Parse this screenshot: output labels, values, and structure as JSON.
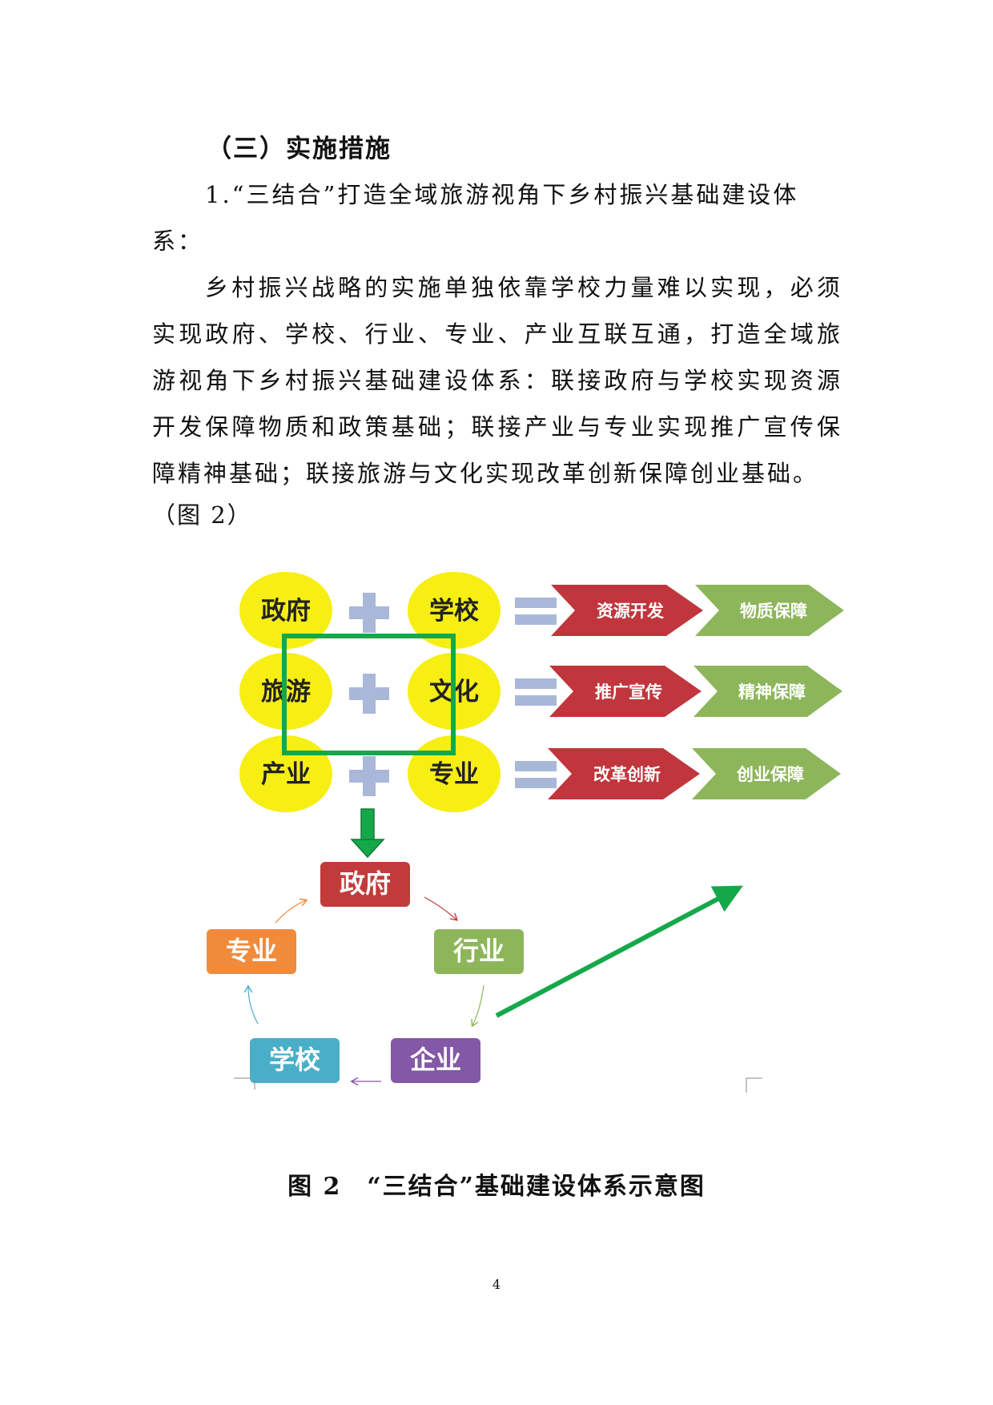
{
  "heading": "（三）实施措施",
  "para1": "1.“三结合”打造全域旅游视角下乡村振兴基础建设体系：",
  "para2": "乡村振兴战略的实施单独依靠学校力量难以实现，必须实现政府、学校、行业、专业、产业互联互通，打造全域旅游视角下乡村振兴基础建设体系：联接政府与学校实现资源开发保障物质和政策基础；联接产业与专业实现推广宣传保障精神基础；联接旅游与文化实现改革创新保障创业基础。",
  "fig_ref": "（图 2）",
  "diagram": {
    "rows": [
      {
        "left": "政府",
        "right": "学校",
        "result1": "资源开发",
        "result2": "物质保障"
      },
      {
        "left": "旅游",
        "right": "文化",
        "result1": "推广宣传",
        "result2": "精神保障"
      },
      {
        "left": "产业",
        "right": "专业",
        "result1": "改革创新",
        "result2": "创业保障"
      }
    ],
    "cycle": {
      "top": "政府",
      "right": "行业",
      "bottom_right": "企业",
      "bottom_left": "学校",
      "left": "专业"
    },
    "colors": {
      "oval": "#f7ee14",
      "plus": "#a9b8d8",
      "red_arrow": "#c0363c",
      "green_arrow": "#8db65a",
      "square": "#15a84a",
      "box_top": "#c23a3a",
      "box_right": "#8db65a",
      "box_bottom_right": "#8358a6",
      "box_bottom_left": "#4aaec8",
      "box_left": "#f08b3c"
    }
  },
  "caption": "图 2　“三结合”基础建设体系示意图",
  "page_number": "4"
}
